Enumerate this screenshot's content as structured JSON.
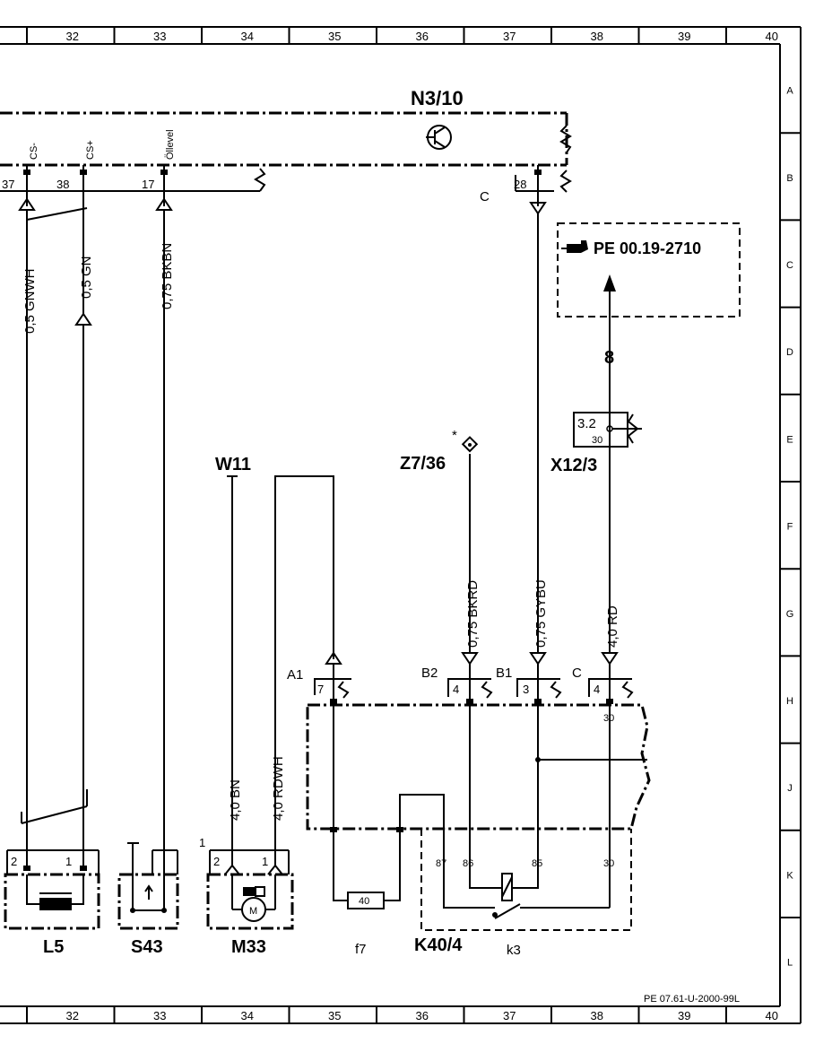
{
  "frame": {
    "columns": [
      "32",
      "33",
      "34",
      "35",
      "36",
      "37",
      "38",
      "39",
      "40"
    ],
    "rows": [
      "A",
      "B",
      "C",
      "D",
      "E",
      "F",
      "G",
      "H",
      "J",
      "K",
      "L"
    ],
    "footer_code": "PE 07.61-U-2000-99L"
  },
  "components": {
    "n3_10": "N3/10",
    "w11": "W11",
    "z7_36": "Z7/36",
    "z7_36_mark": "*",
    "x12_3": "X12/3",
    "l5": "L5",
    "s43": "S43",
    "m33": "M33",
    "f7": "f7",
    "k40_4": "K40/4",
    "k3": "k3",
    "ref_box": "PE  00.19-2710",
    "ref_arrow_label": "8"
  },
  "pins": {
    "p37": "37",
    "cs_minus": "CS-",
    "p38": "38",
    "cs_plus": "CS+",
    "p17": "17",
    "oillevel": "Öllevel",
    "p28": "28",
    "c_n3": "C",
    "a1": "A1",
    "a1_pin": "7",
    "b2": "B2",
    "b2_pin": "4",
    "b1": "B1",
    "b1_pin": "3",
    "c_k40": "C",
    "c_k40_pin": "4",
    "k40_30_top": "30",
    "x12_pin": "3.2",
    "x12_30": "30",
    "l5_p2": "2",
    "l5_p1": "1",
    "m33_p2": "2",
    "m33_p1": "1",
    "m33_side": "1",
    "fuse": "40",
    "r87": "87",
    "r86": "86",
    "r85": "85",
    "r30": "30",
    "motor": "M"
  },
  "wires": {
    "gnwh": "0,5 GNWH",
    "gn": "0,5 GN",
    "bkbn": "0,75 BKBN",
    "bkrd": "0,75 BKRD",
    "gybu": "0,75 GYBU",
    "rd": "4,0 RD",
    "bn": "4,0 BN",
    "rdwh": "4,0 RDWH"
  }
}
